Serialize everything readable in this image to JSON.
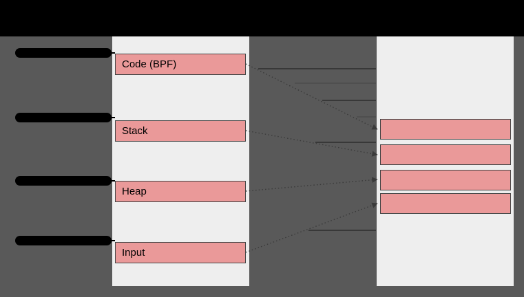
{
  "slide": {
    "title_bar": {
      "type": "redacted-black-bar",
      "text": ""
    },
    "redacted_bullet_bars": 4,
    "diagram": {
      "left_panel": {
        "boxes": [
          {
            "label": "Code (BPF)"
          },
          {
            "label": "Stack"
          },
          {
            "label": "Heap"
          },
          {
            "label": "Input"
          }
        ]
      },
      "right_panel": {
        "boxes": [
          {
            "label": ""
          },
          {
            "label": ""
          },
          {
            "label": ""
          },
          {
            "label": ""
          }
        ]
      },
      "connections": [
        {
          "from": "Code (BPF)",
          "to": "right-segment-1"
        },
        {
          "from": "Stack",
          "to": "right-segment-2"
        },
        {
          "from": "Heap",
          "to": "right-segment-3"
        },
        {
          "from": "Input",
          "to": "right-segment-4"
        }
      ]
    },
    "colors": {
      "background": "#595959",
      "title_bar": "#000000",
      "panel": "#eeeeee",
      "box_fill": "#ea9999",
      "box_border": "#434343",
      "connector": "#3a3a3a"
    }
  }
}
